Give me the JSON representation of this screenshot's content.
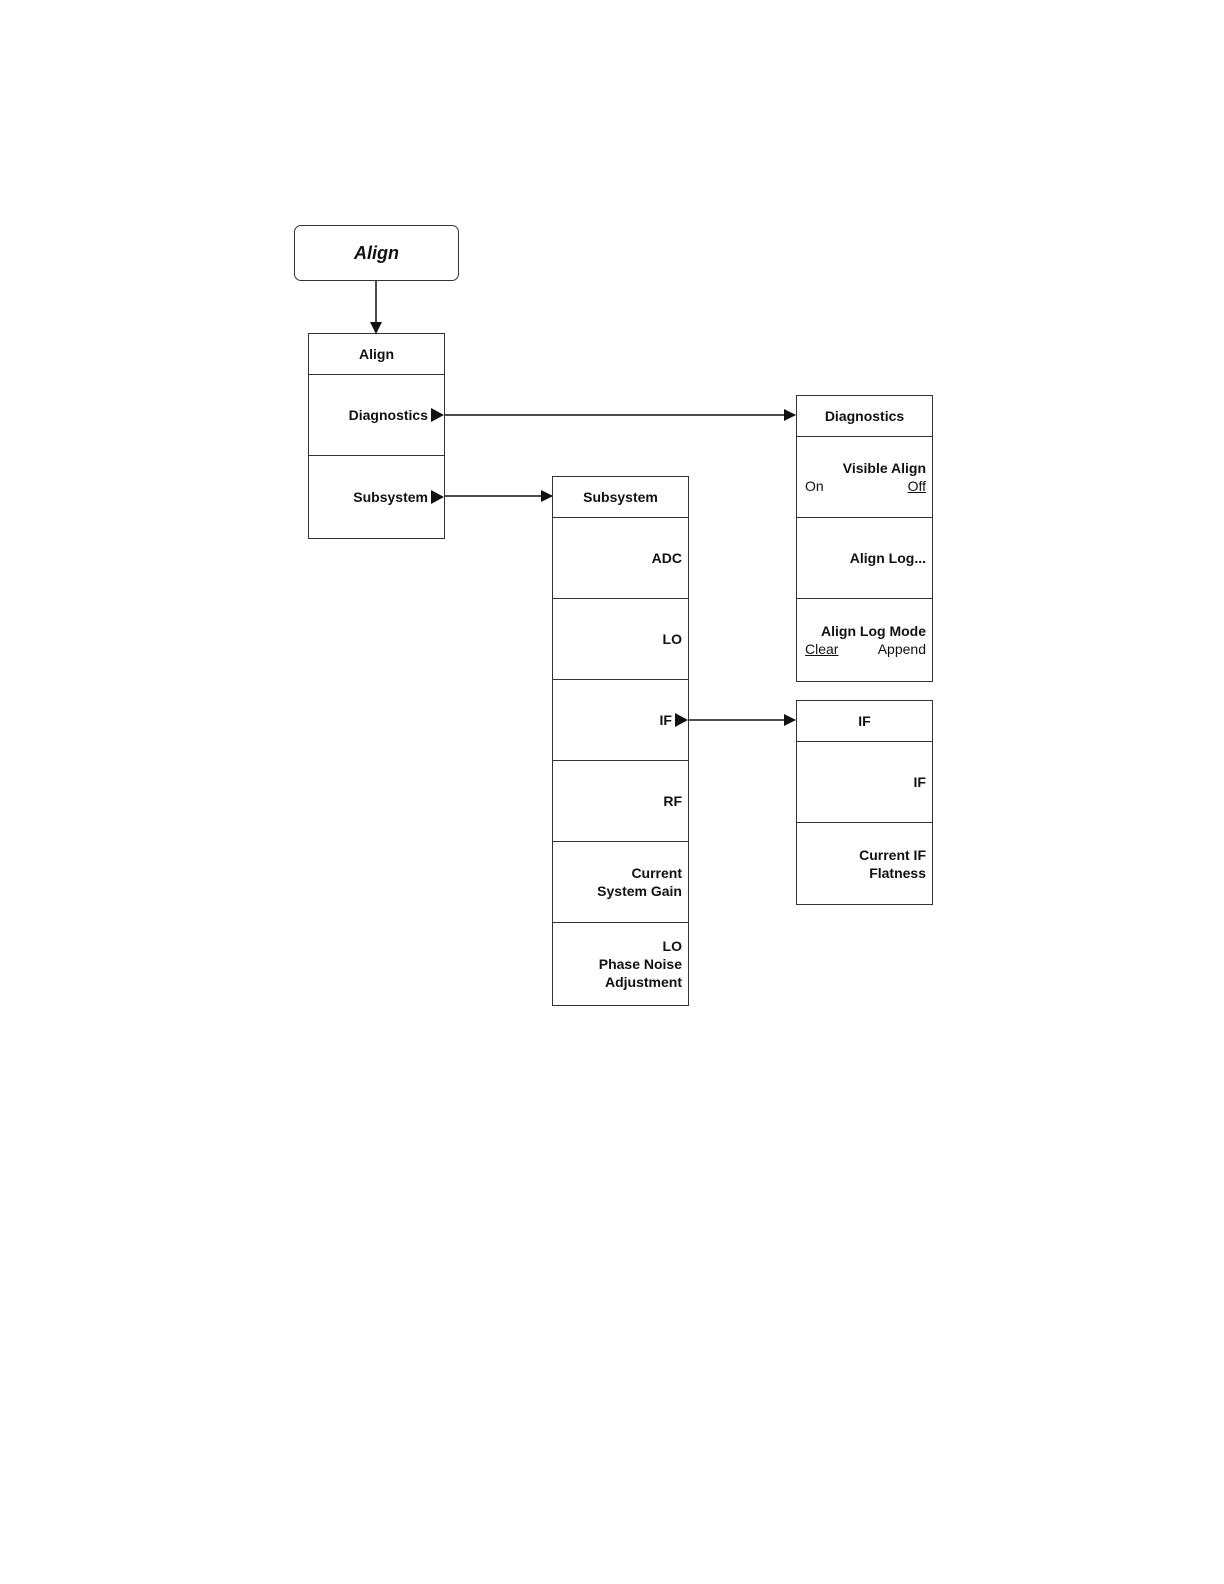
{
  "hardkey": {
    "label": "Align"
  },
  "align_menu": {
    "title": "Align",
    "keys": [
      {
        "lines": [
          "Diagnostics"
        ]
      },
      {
        "lines": [
          "Subsystem"
        ]
      }
    ]
  },
  "subsystem_menu": {
    "title": "Subsystem",
    "keys": [
      {
        "lines": [
          "ADC"
        ]
      },
      {
        "lines": [
          "LO"
        ]
      },
      {
        "lines": [
          "IF"
        ]
      },
      {
        "lines": [
          "RF"
        ]
      },
      {
        "lines": [
          "Current",
          "System Gain"
        ]
      },
      {
        "lines": [
          "LO",
          "Phase Noise",
          "Adjustment"
        ]
      }
    ]
  },
  "diagnostics_menu": {
    "title": "Diagnostics",
    "keys": [
      {
        "lines": [
          "Visible Align"
        ],
        "options": [
          "On",
          "Off"
        ],
        "selected": "Off"
      },
      {
        "lines": [
          "Align Log..."
        ]
      },
      {
        "lines": [
          "Align Log Mode"
        ],
        "options": [
          "Clear",
          "Append"
        ],
        "selected": "Clear"
      }
    ]
  },
  "if_menu": {
    "title": "IF",
    "keys": [
      {
        "lines": [
          "IF"
        ]
      },
      {
        "lines": [
          "Current IF",
          "Flatness"
        ]
      }
    ]
  }
}
